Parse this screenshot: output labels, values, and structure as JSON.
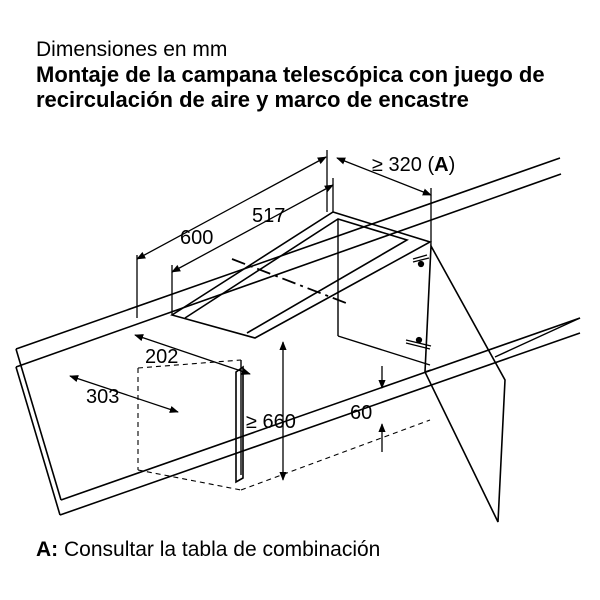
{
  "header": {
    "subtitle": "Dimensiones en mm",
    "title": "Montaje de la campana telescópica con juego de recirculación de aire y marco de encastre"
  },
  "dimensions": {
    "depth_600": "600",
    "width_517": "517",
    "back_gap_prefix": "≥ 320 (",
    "back_gap_ref": "A",
    "back_gap_suffix": ")",
    "offset_202": "202",
    "offset_303": "303",
    "height_660": "≥ 660",
    "gap_60": "60"
  },
  "footnote": {
    "key": "A:",
    "text": " Consultar la tabla de combinación"
  }
}
